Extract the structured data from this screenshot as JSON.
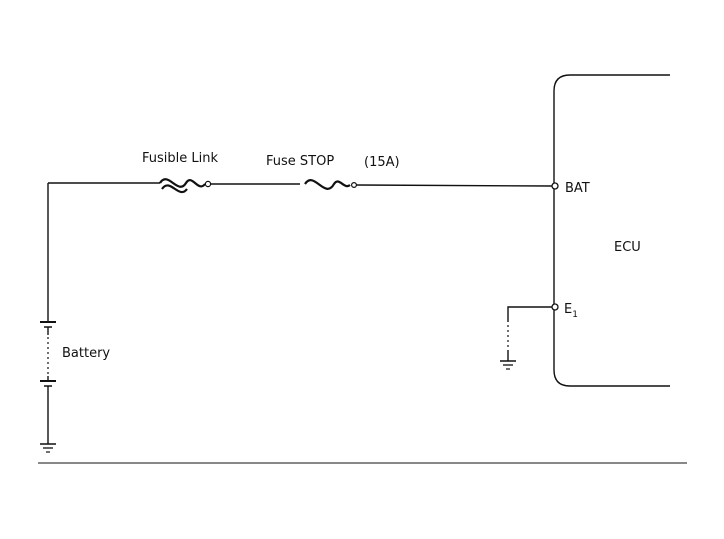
{
  "labels": {
    "fusible_link": "Fusible Link",
    "fuse_stop": "Fuse STOP",
    "fuse_rating": "(15A)",
    "bat_terminal": "BAT",
    "ecu": "ECU",
    "e1_terminal_main": "E",
    "e1_terminal_sub": "1",
    "battery": "Battery"
  },
  "colors": {
    "ink": "#111111",
    "background": "#ffffff"
  }
}
